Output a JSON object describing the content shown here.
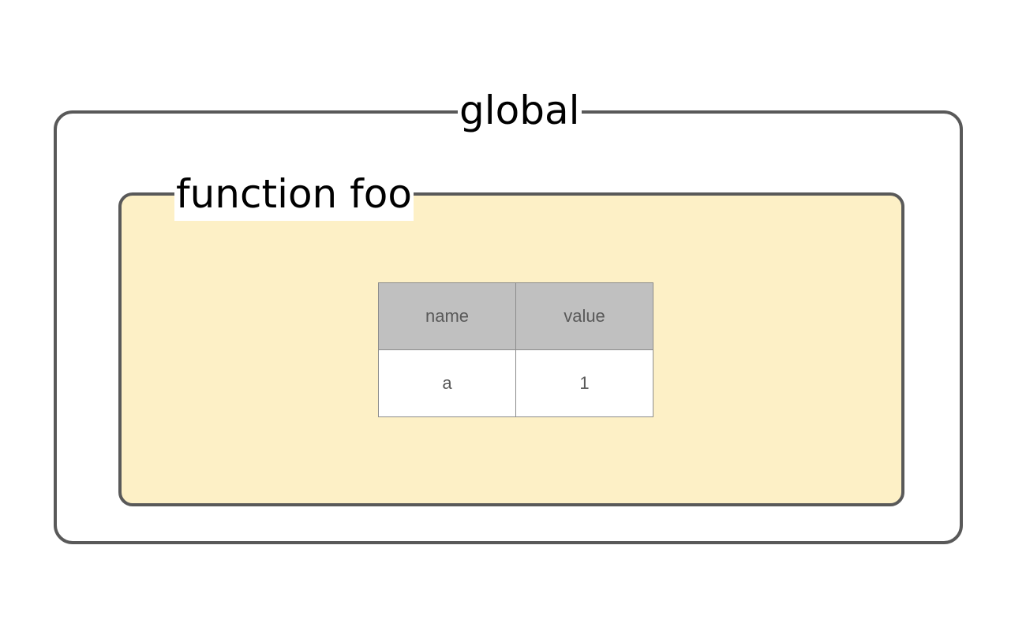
{
  "global_scope": {
    "label": "global"
  },
  "function_scope": {
    "label": "function foo",
    "fill_color": "#fdf0c6"
  },
  "variables_table": {
    "headers": [
      "name",
      "value"
    ],
    "rows": [
      [
        "a",
        "1"
      ]
    ]
  }
}
